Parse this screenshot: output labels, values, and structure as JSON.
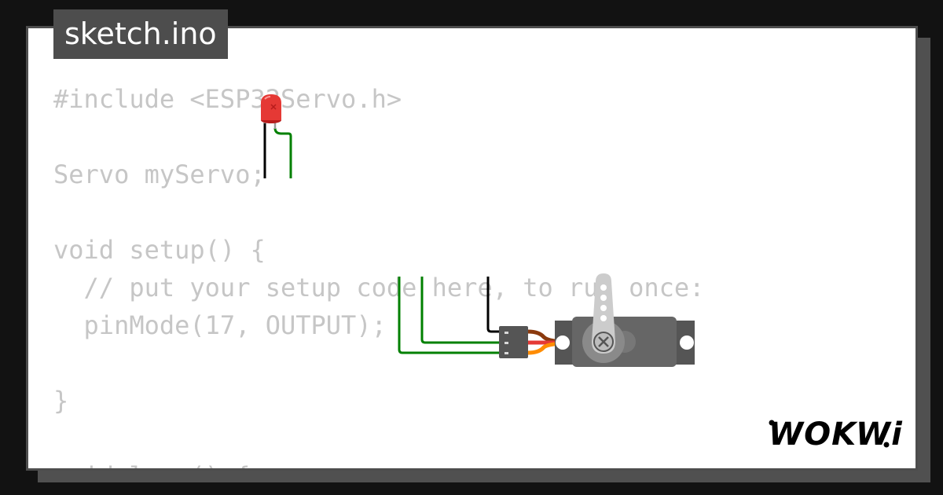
{
  "file_tab": {
    "name": "sketch.ino"
  },
  "code_lines": [
    "#include <ESP32Servo.h>",
    "",
    "Servo myServo;",
    "",
    "void setup() {",
    "  // put your setup code here, to run once:",
    "  pinMode(17, OUTPUT);",
    "",
    "}",
    "",
    "void loop() {"
  ],
  "brand": {
    "logo_text": "WOKWi"
  },
  "colors": {
    "code_text": "#c6c6c6",
    "tab_background": "#4d4d4d",
    "led_red": "#e53935",
    "wire_green": "#008000",
    "servo_body": "#666666"
  }
}
